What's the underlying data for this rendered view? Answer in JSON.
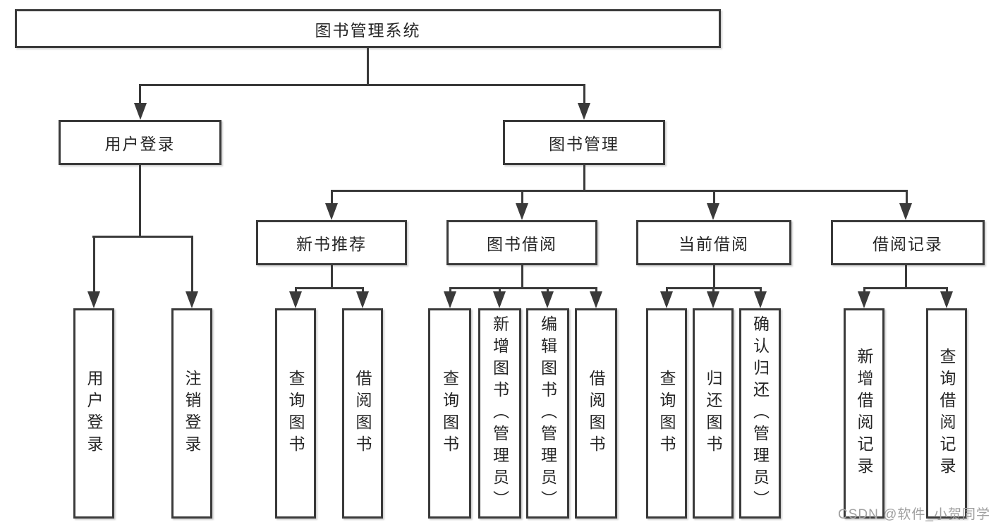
{
  "nodes": {
    "root": {
      "label": "图书管理系统"
    },
    "user_login": {
      "label": "用户登录"
    },
    "book_management": {
      "label": "图书管理"
    },
    "new_book_recommend": {
      "label": "新书推荐"
    },
    "book_borrowing": {
      "label": "图书借阅"
    },
    "current_borrowing": {
      "label": "当前借阅"
    },
    "borrowing_records": {
      "label": "借阅记录"
    },
    "leaf_user_login": {
      "label": "用户登录"
    },
    "leaf_logout": {
      "label": "注销登录"
    },
    "leaf_nbr_query": {
      "label": "查询图书"
    },
    "leaf_nbr_borrow": {
      "label": "借阅图书"
    },
    "leaf_bb_query": {
      "label": "查询图书"
    },
    "leaf_bb_add": {
      "label": "新增图书（管理员）"
    },
    "leaf_bb_edit": {
      "label": "编辑图书（管理员）"
    },
    "leaf_bb_borrow": {
      "label": "借阅图书"
    },
    "leaf_cb_query": {
      "label": "查询图书"
    },
    "leaf_cb_return": {
      "label": "归还图书"
    },
    "leaf_cb_confirm": {
      "label": "确认归还（管理员）"
    },
    "leaf_br_add": {
      "label": "新增借阅记录"
    },
    "leaf_br_query": {
      "label": "查询借阅记录"
    }
  },
  "watermark": {
    "text": "CSDN @软件_小贺同学"
  },
  "colors": {
    "line": "#3a3a3a",
    "text": "#262626",
    "watermark": "#a0a0a0",
    "background": "#ffffff"
  }
}
